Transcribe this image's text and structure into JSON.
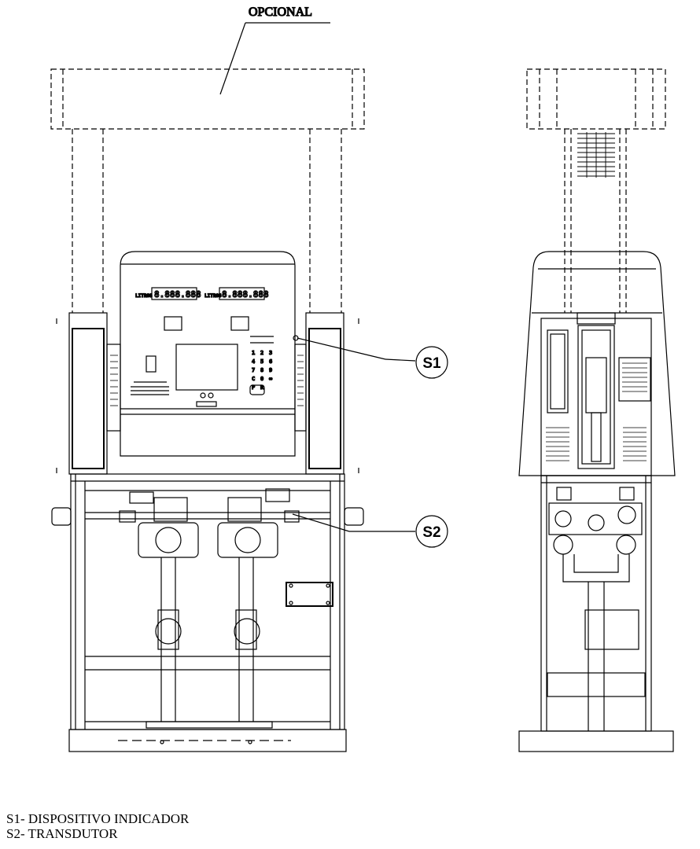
{
  "diagram": {
    "optional_label": "OPCIONAL",
    "callouts": [
      {
        "id": "S1"
      },
      {
        "id": "S2"
      }
    ],
    "displays": [
      {
        "caption": "LITROS",
        "value": "8.888.888"
      },
      {
        "caption": "LITROS",
        "value": "8.888.888"
      }
    ],
    "keypad_keys": [
      "1",
      "2",
      "3",
      "4",
      "5",
      "6",
      "7",
      "8",
      "9",
      "C",
      "0",
      "∞",
      "P",
      "R"
    ]
  },
  "legend": {
    "items": [
      {
        "text": "S1- DISPOSITIVO INDICADOR"
      },
      {
        "text": "S2- TRANSDUTOR"
      }
    ]
  }
}
